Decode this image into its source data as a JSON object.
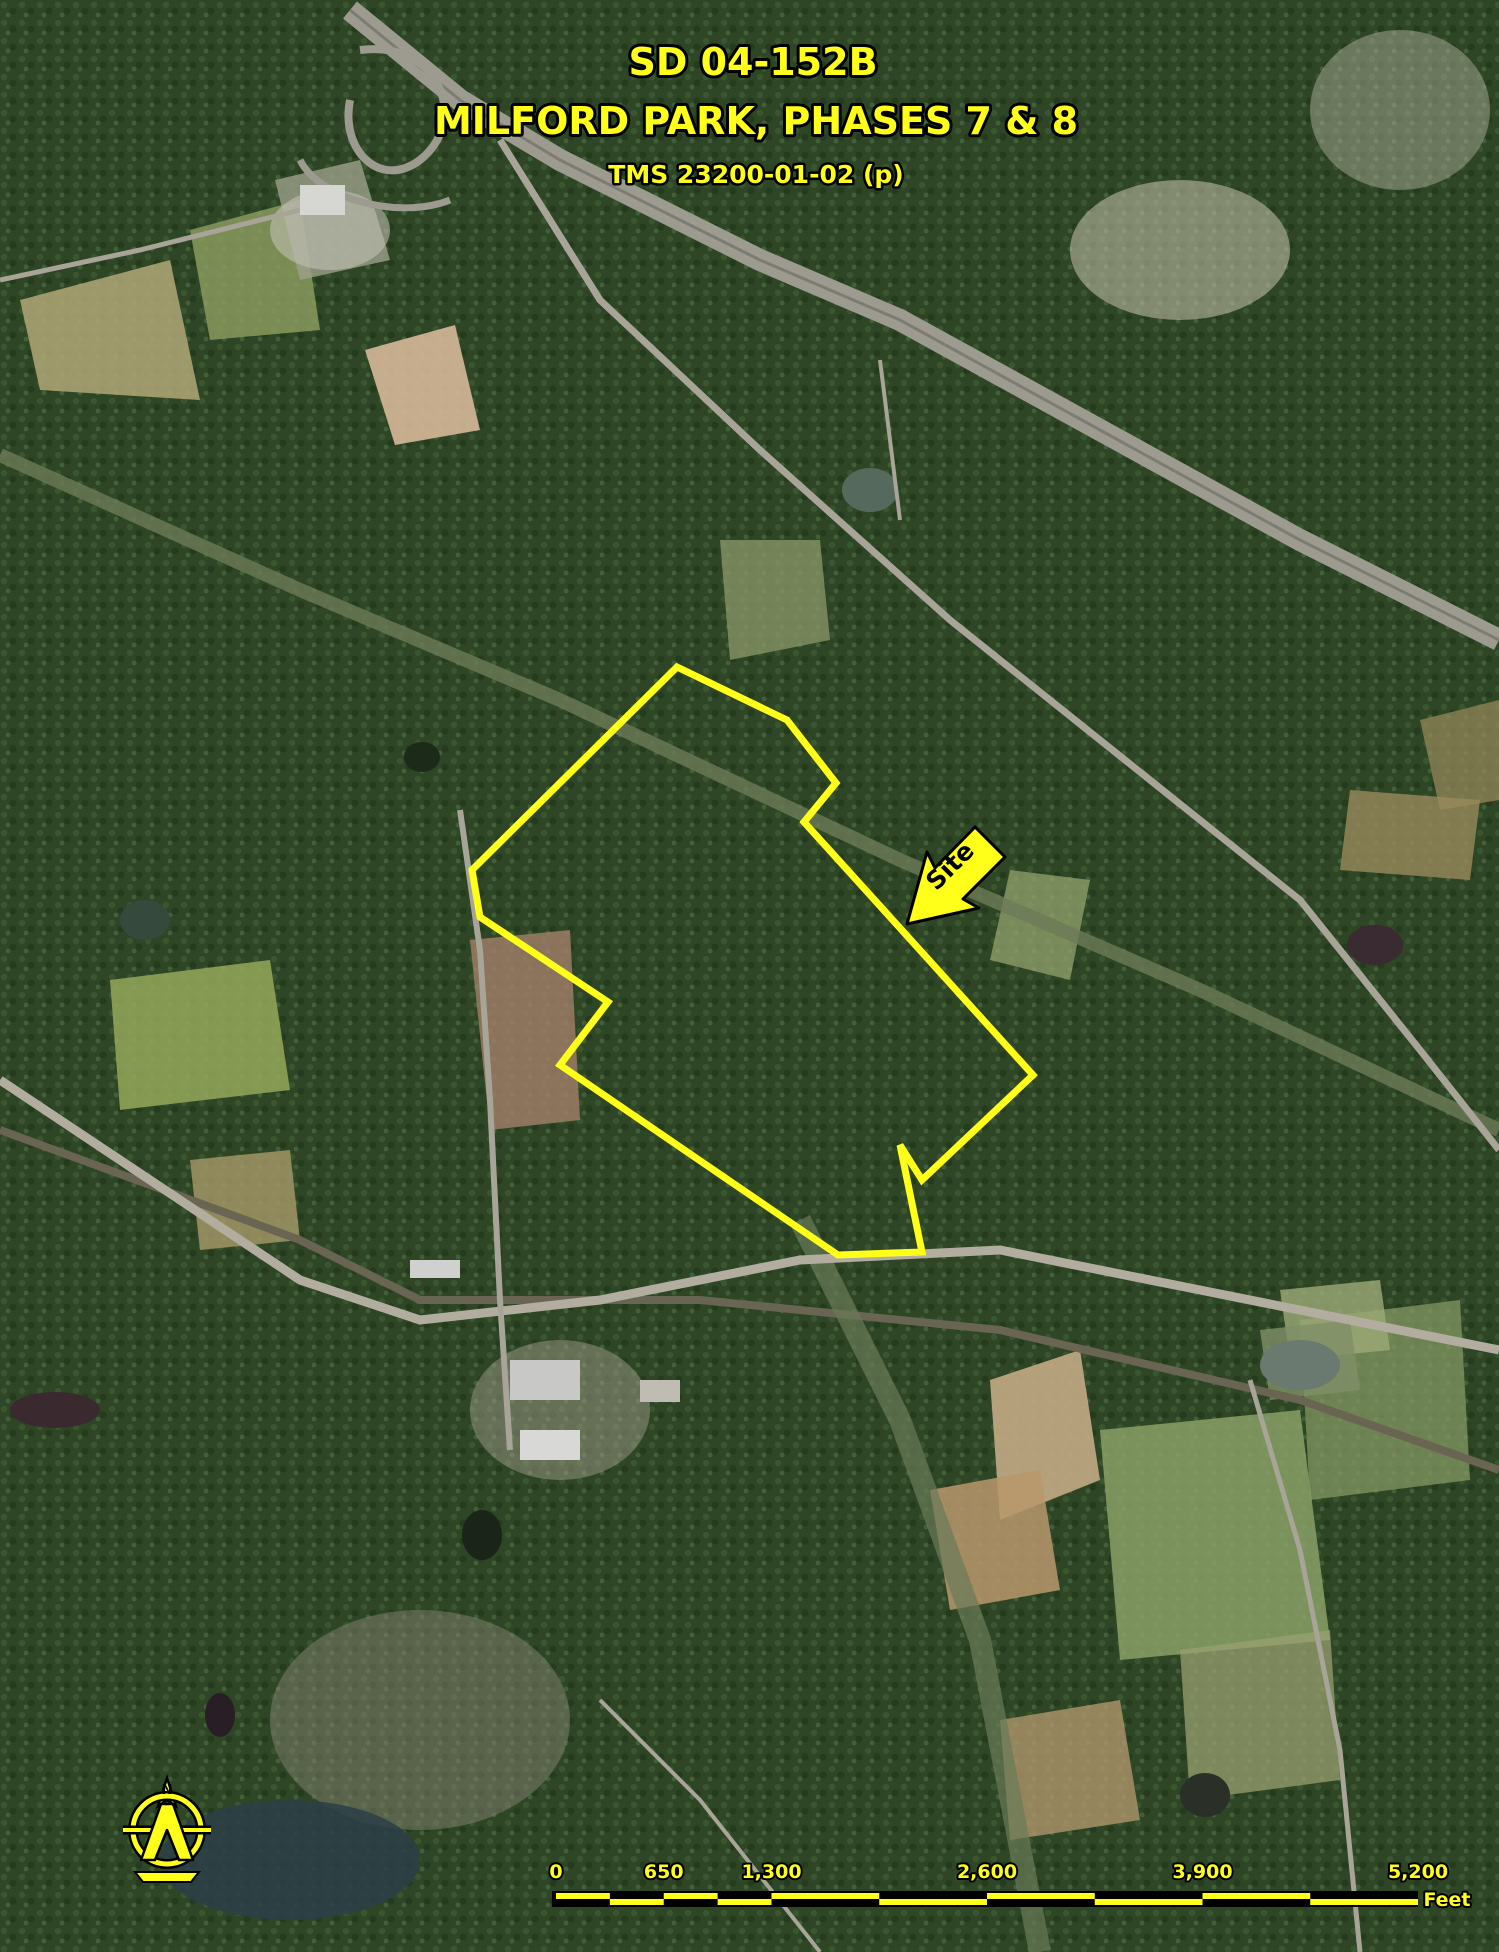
{
  "title": {
    "line1": "SD 04-152B",
    "line2": "MILFORD PARK, PHASES 7 & 8",
    "line3": "TMS 23200-01-02 (p)"
  },
  "site_label": "Site",
  "north_arrow_letter": "N",
  "scale_bar": {
    "labels": [
      "0",
      "650",
      "1,300",
      "2,600",
      "3,900",
      "5,200"
    ],
    "values": [
      0,
      650,
      1300,
      2600,
      3900,
      5200
    ],
    "unit": "Feet"
  },
  "colors": {
    "highlight": "#ffff1a",
    "outline": "#000000",
    "forest": "#2c4424",
    "field": "#8a9a60"
  }
}
